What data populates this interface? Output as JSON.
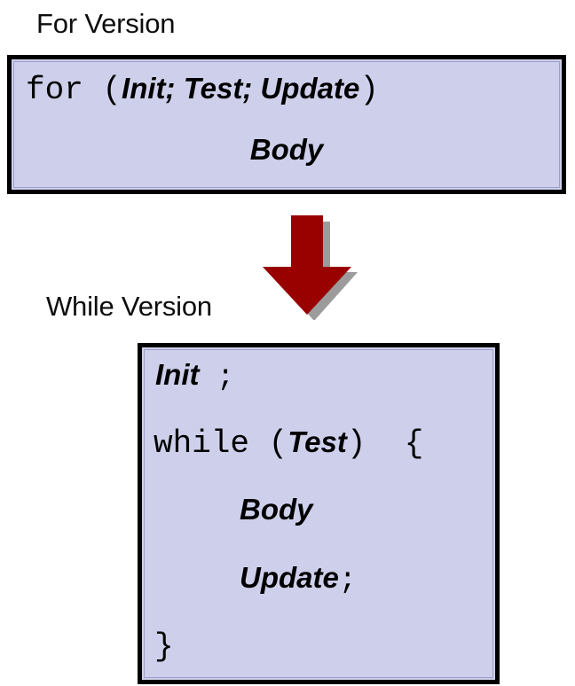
{
  "slide": {
    "background_color": "#FFFFFF",
    "title_for": "For Version",
    "title_while": "While Version"
  },
  "theme": {
    "box_fill": "#CED0EB",
    "box_border": "#000000",
    "box_inner_line": "#9A9EC9",
    "arrow_fill": "#990000",
    "arrow_shadow": "#9C9C9C",
    "text_color": "#000000"
  },
  "for_version": {
    "caption": "For Version",
    "code": {
      "line1": {
        "keyword": "for",
        "open_paren": " (",
        "init": "Init; ",
        "test": "Test; ",
        "update": "Update",
        "close_paren": ")"
      },
      "line2": {
        "body": "Body"
      }
    }
  },
  "while_version": {
    "caption": "While Version",
    "code": {
      "line1": {
        "init": "Init",
        "semicolon": " ;"
      },
      "line2": {
        "keyword": "while",
        "open_paren": " (",
        "test": "Test",
        "close_paren": ")  {"
      },
      "line3": {
        "body": "Body"
      },
      "line4": {
        "update": "Update",
        "semicolon": ";"
      },
      "line5": {
        "close_brace": "}"
      }
    }
  },
  "arrow": {
    "name": "down-arrow",
    "direction": "down",
    "fill": "#990000",
    "shadow": "#9C9C9C"
  }
}
